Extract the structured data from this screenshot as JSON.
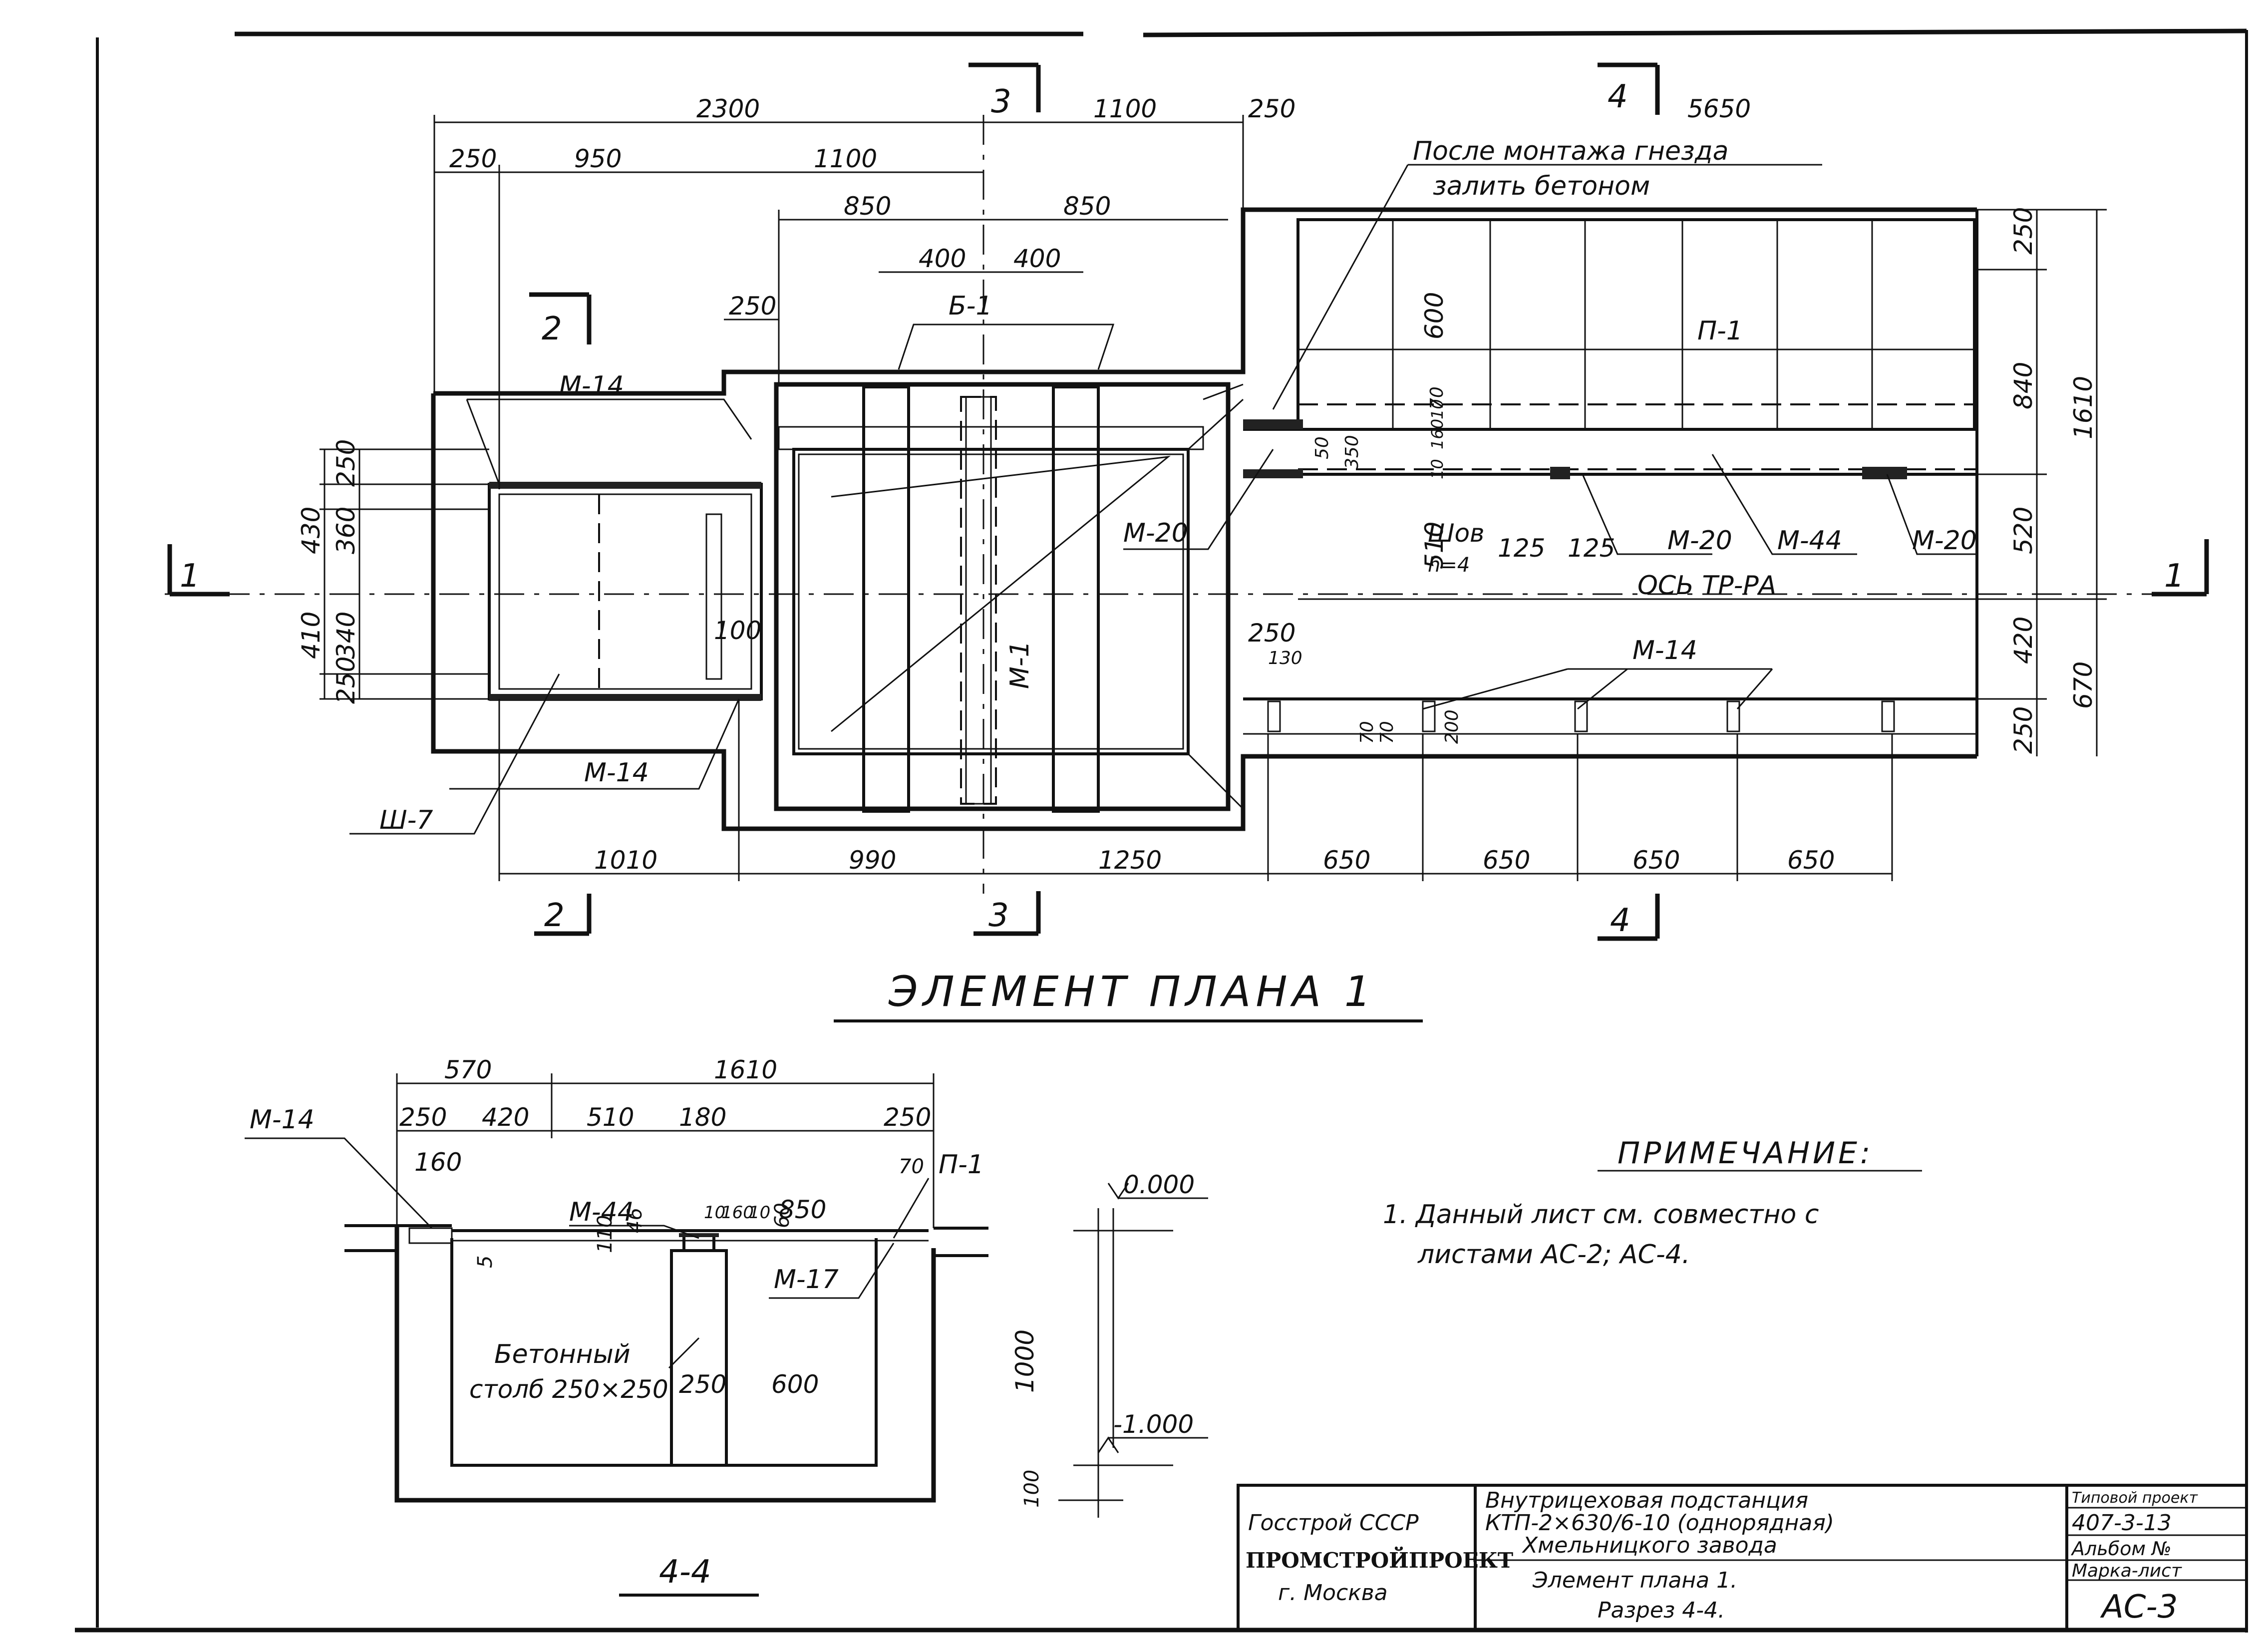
{
  "plan": {
    "title": "ЭЛЕМЕНТ ПЛАНА 1",
    "dims_top": [
      "2300",
      "1100",
      "250",
      "5650",
      "250",
      "950",
      "1100",
      "850",
      "850",
      "400",
      "400",
      "250"
    ],
    "dims_bottom": [
      "1010",
      "990",
      "1250",
      "650",
      "650",
      "650",
      "650"
    ],
    "dims_left": [
      "250",
      "430",
      "360",
      "410",
      "340",
      "250"
    ],
    "dims_right": [
      "250",
      "840",
      "1610",
      "520",
      "420",
      "670",
      "250"
    ],
    "dims_inner": [
      "600",
      "70",
      "350",
      "50",
      "510",
      "10",
      "160",
      "10",
      "125",
      "125",
      "250",
      "130",
      "70",
      "70",
      "200",
      "100"
    ],
    "section_marks": [
      "1",
      "1",
      "2",
      "2",
      "3",
      "3",
      "4",
      "4"
    ],
    "labels": {
      "m14_top": "М-14",
      "m14_bottom": "М-14",
      "m14_right": "М-14",
      "sh7": "Ш-7",
      "b1": "Б-1",
      "p1": "П-1",
      "m1": "М-1",
      "m20_a": "М-20",
      "m20_b": "М-20",
      "m20_c": "М-20",
      "m44": "М-44",
      "shov": "Шов",
      "h4": "h=4",
      "axis": "ОСЬ ТР-РА",
      "note_line1": "После монтажа гнезда",
      "note_line2": "залить бетоном"
    }
  },
  "section": {
    "title": "4-4",
    "dims": [
      "570",
      "1610",
      "250",
      "420",
      "510",
      "180",
      "250",
      "160",
      "10",
      "160",
      "10",
      "850",
      "70",
      "60",
      "110",
      "46",
      "5",
      "1000",
      "100",
      "250",
      "600"
    ],
    "labels": {
      "m14": "М-14",
      "m44": "М-44",
      "p1": "П-1",
      "m17": "М-17",
      "concrete1": "Бетонный",
      "concrete2": "столб 250×250",
      "level_top": "0.000",
      "level_bottom": "-1.000"
    }
  },
  "note": {
    "heading": "ПРИМЕЧАНИЕ:",
    "line1": "1. Данный лист см. совместно с",
    "line2": "листами АС-2; АС-4."
  },
  "stamp": {
    "org1": "Госстрой СССР",
    "org2": "ПРОМСТРОЙПРОЕКТ",
    "org3": "г. Москва",
    "desc1": "Внутрицеховая подстанция",
    "desc2": "КТП-2×630/6-10 (однорядная)",
    "desc3": "Хмельницкого завода",
    "desc4": "Элемент плана 1.",
    "desc5": "Разрез 4-4.",
    "typical_label": "Типовой проект",
    "typical_value": "407-3-13",
    "album": "Альбом №",
    "mark_label": "Марка-лист",
    "mark_value": "АС-3"
  }
}
